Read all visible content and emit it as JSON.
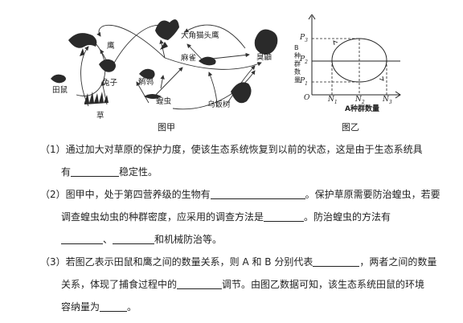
{
  "fig1": {
    "caption": "图甲",
    "organisms": {
      "hawk": "鹰",
      "owl": "大角猫头鹰",
      "sparrow": "麻雀",
      "skunk": "臭鼬",
      "rabbit": "兔子",
      "mouse": "田鼠",
      "grass": "草",
      "bird_jq": "鹡鸰",
      "locust": "蝗虫",
      "crow_plant": "乌饭树"
    }
  },
  "fig2": {
    "caption": "图乙",
    "y_label_1": "B",
    "y_label_2": "种",
    "y_label_3": "群",
    "y_label_4": "数",
    "y_label_5": "量",
    "x_label": "A种群数量",
    "origin": "O",
    "p3": "P",
    "p3s": "3",
    "p2": "P",
    "p2s": "2",
    "p1": "P",
    "p1s": "1",
    "n1": "N",
    "n1s": "1",
    "n2": "N",
    "n2s": "2",
    "n3": "N",
    "n3s": "3"
  },
  "questions": {
    "q1_line1": "（1）通过加大对草原的保护力度，使该生态系统恢复到以前的状态，这是由于生态系统具",
    "q1_line2_a": "有",
    "q1_line2_b": "稳定性。",
    "q2_line1_a": "（2）图甲中，处于第四营养级的生物有",
    "q2_line1_b": "。保护草原需要防治蝗虫，若要",
    "q2_line2_a": "调查蝗虫幼虫的种群密度，应采用的调查方法是",
    "q2_line2_b": "。防治蝗虫的方法有",
    "q2_line3_a": "、",
    "q2_line3_b": "和机械防治等。",
    "q3_line1_a": "（3）若图乙表示田鼠和鹰之间的数量关系，则 A 和 B 分别代表",
    "q3_line1_b": "，两者之间的数量",
    "q3_line2_a": "关系，体现了捕食过程中的",
    "q3_line2_b": "调节。由图乙数据可知，该生态系统田鼠的环境",
    "q3_line3_a": "容纳量为",
    "q3_line3_b": "。"
  }
}
